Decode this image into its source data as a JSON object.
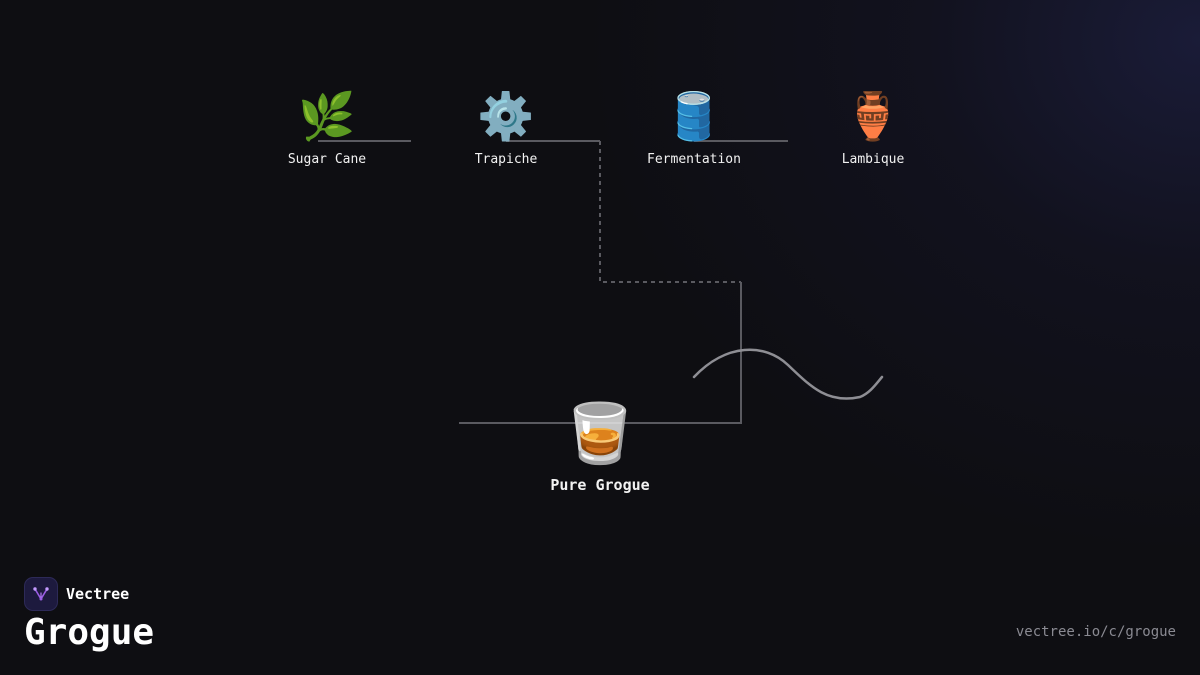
{
  "diagram": {
    "nodes": [
      {
        "id": "sugar-cane",
        "icon": "🌿",
        "icon_name": "herb-icon",
        "label": "Sugar Cane"
      },
      {
        "id": "trapiche",
        "icon": "⚙️",
        "icon_name": "gear-icon",
        "label": "Trapiche"
      },
      {
        "id": "fermentation",
        "icon": "🛢️",
        "icon_name": "barrel-icon",
        "label": "Fermentation"
      },
      {
        "id": "lambique",
        "icon": "🏺",
        "icon_name": "amphora-icon",
        "label": "Lambique"
      }
    ],
    "final": {
      "id": "pure-grogue",
      "icon": "🥃",
      "icon_name": "tumbler-glass-icon",
      "label": "Pure Grogue"
    },
    "line_color": "#5a5a60",
    "wave_color": "#8e8e94"
  },
  "brand": {
    "name": "Vectree",
    "logo_color": "#9b5de5"
  },
  "title": "Grogue",
  "footer": {
    "url": "vectree.io/c/grogue"
  }
}
